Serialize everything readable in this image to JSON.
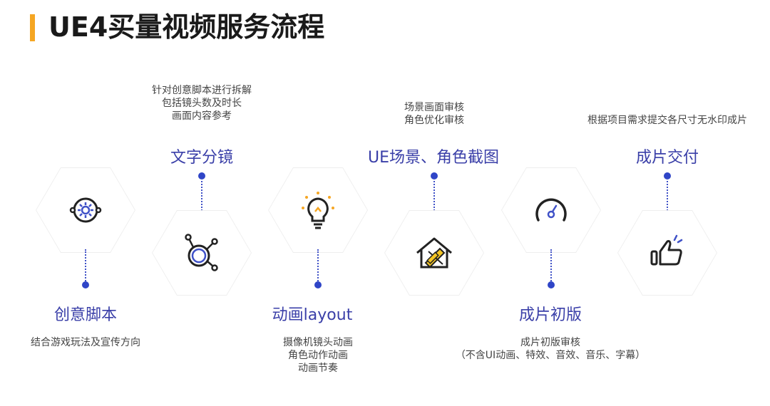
{
  "title": "UE4买量视频服务流程",
  "colors": {
    "accent": "#f5a623",
    "step_title": "#3a3fa8",
    "connector": "#2f45c7"
  },
  "steps": [
    {
      "icon": "gear-eye-icon",
      "title": "创意脚本",
      "desc": [
        "结合游戏玩法及宣传方向"
      ]
    },
    {
      "icon": "node-network-icon",
      "title": "文字分镜",
      "desc": [
        "针对创意脚本进行拆解",
        "包括镜头数及时长",
        "画面内容参考"
      ]
    },
    {
      "icon": "lightbulb-icon",
      "title": "动画layout",
      "desc": [
        "摄像机镜头动画",
        "角色动作动画",
        "动画节奏"
      ]
    },
    {
      "icon": "house-design-icon",
      "title": "UE场景、角色截图",
      "desc": [
        "场景画面审核",
        "角色优化审核"
      ]
    },
    {
      "icon": "gauge-icon",
      "title": "成片初版",
      "desc": [
        "成片初版审核",
        "（不含UI动画、特效、音效、音乐、字幕）"
      ]
    },
    {
      "icon": "thumbs-up-icon",
      "title": "成片交付",
      "desc": [
        "根据项目需求提交各尺寸无水印成片"
      ]
    }
  ]
}
